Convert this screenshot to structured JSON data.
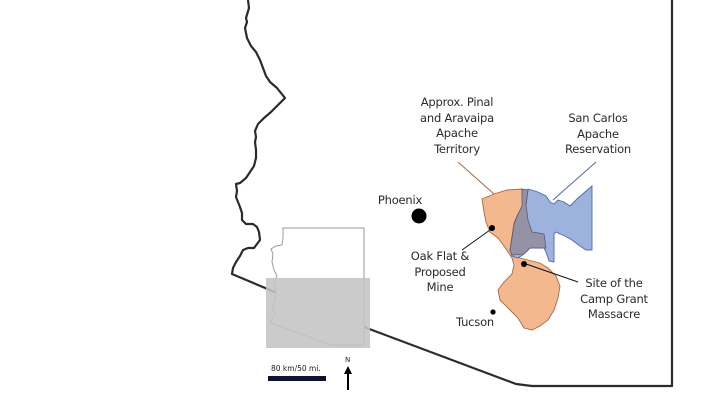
{
  "map": {
    "title": "Arizona: Apache territory, San Carlos Apache Reservation, Oak Flat",
    "colors": {
      "border": "#2b2b2b",
      "territory_fill": "#f4b88f",
      "territory_stroke": "#a8674a",
      "reservation_fill": "#9db3de",
      "reservation_stroke": "#4d6aa8",
      "overlap_fill": "#9592a6",
      "inset_highlight": "#c8c8c8",
      "inset_outline": "#9a9a9a",
      "city_dot": "#000000"
    },
    "labels": {
      "territory": [
        "Approx. Pinal",
        "and Aravaipa",
        "Apache",
        "Territory"
      ],
      "reservation": [
        "San Carlos",
        "Apache",
        "Reservation"
      ],
      "phoenix": "Phoenix",
      "oak_flat": [
        "Oak Flat &",
        "Proposed",
        "Mine"
      ],
      "tucson": "Tucson",
      "camp_grant": [
        "Site of the",
        "Camp Grant",
        "Massacre"
      ]
    },
    "scale_bar": {
      "label": "80 km/50 mi."
    },
    "north_arrow": {
      "label": "N"
    }
  }
}
